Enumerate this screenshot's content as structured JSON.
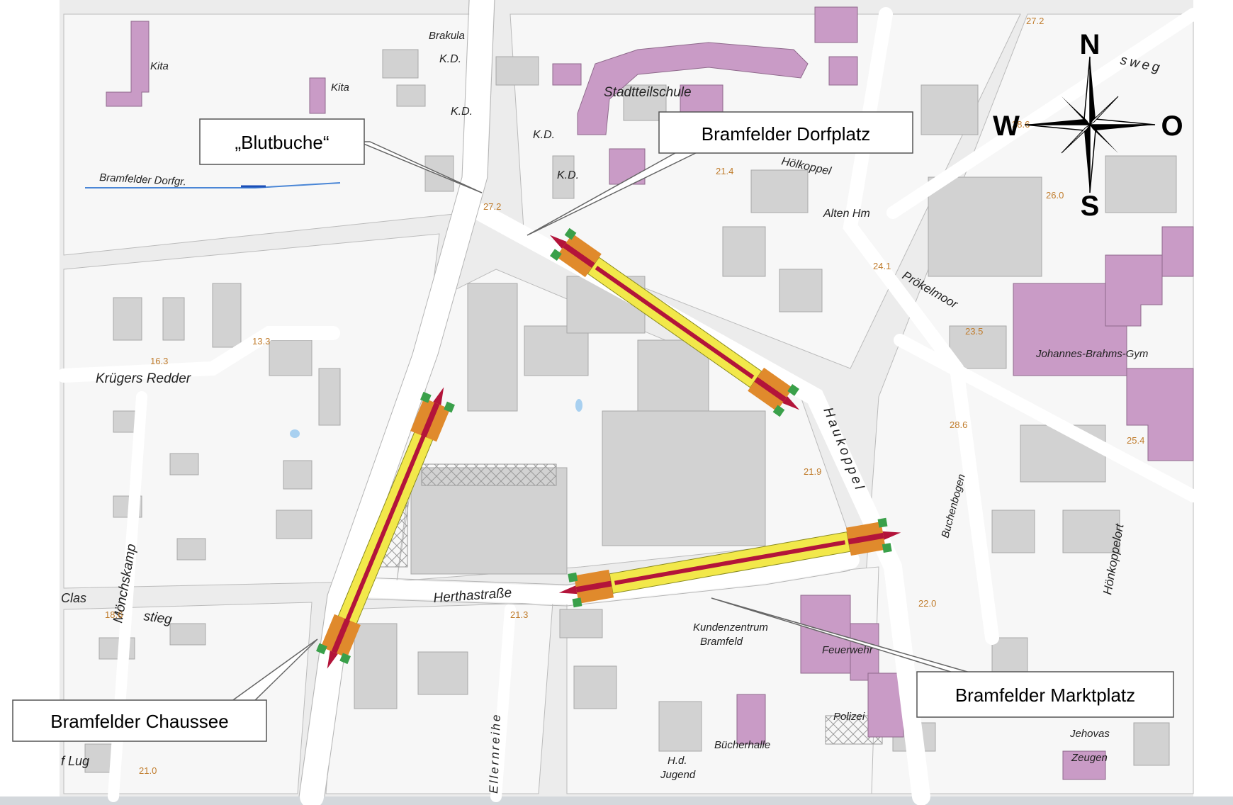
{
  "map": {
    "callouts": {
      "blutbuche": "„Blutbuche“",
      "dorfplatz": "Bramfelder Dorfplatz",
      "chaussee": "Bramfelder Chaussee",
      "marktplatz": "Bramfelder Marktplatz"
    },
    "compass": {
      "north": "N",
      "south": "S",
      "west": "W",
      "east": "O"
    },
    "streets": {
      "dorfgraben": "Bramfelder Dorfgr.",
      "krugers_redder": "Krügers Redder",
      "herthastrasse": "Herthastraße",
      "haukoppel": "Haukoppel",
      "moenchskamp": "Mönchskamp",
      "stieg": "stieg",
      "prokelmoor": "Prökelmoor",
      "hoenkoppelort": "Hönkoppelort",
      "ellernreihe": "Ellernreihe",
      "buchtbogen": "Buchenbogen",
      "karlsweg": "sweg",
      "hoelkoppel": "Hölkoppel",
      "clas": "Clas",
      "weg_bottom": "f Lug"
    },
    "places": {
      "kita1": "Kita",
      "kita2": "Kita",
      "kd1": "Brakula",
      "kd2": "K.D.",
      "kd3": "K.D.",
      "kd4": "K.D.",
      "kd5": "K.D.",
      "stadtteilschule": "Stadtteilschule",
      "altenheim": "Alten Hm",
      "gymnasium": "Johannes-Brahms-Gym",
      "kundenzentrum_1": "Kundenzentrum",
      "kundenzentrum_2": "Bramfeld",
      "feuerwehr": "Feuerwehr",
      "polizei": "Polizei",
      "buecherhalle": "Bücherhalle",
      "jugend_1": "H.d.",
      "jugend_2": "Jugend",
      "zeugen_1": "Jehovas",
      "zeugen_2": "Zeugen"
    },
    "heights": [
      "13.3",
      "16.3",
      "18.6",
      "21.4",
      "24.1",
      "27.2",
      "28.6",
      "26.0",
      "23.5",
      "28.6",
      "25.4",
      "21.9",
      "22.0",
      "21.3",
      "21.0",
      "27.2"
    ]
  }
}
